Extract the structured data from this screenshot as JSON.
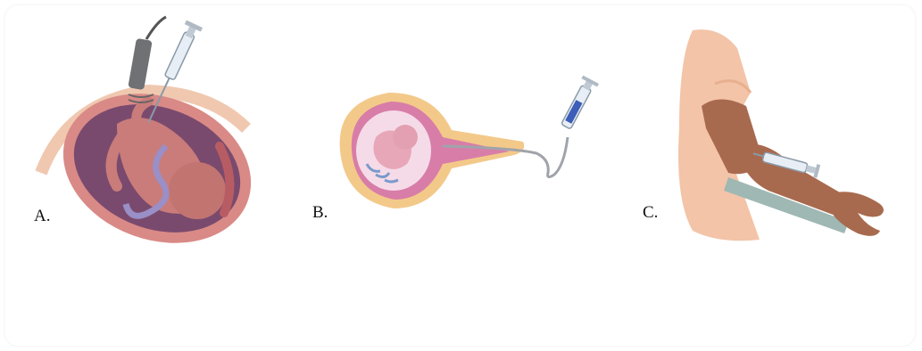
{
  "figures": [
    {
      "label": "A.",
      "subject": "amniocentesis-transabdominal-ultrasound-guided"
    },
    {
      "label": "B.",
      "subject": "chorionic-villus-sampling-transcervical"
    },
    {
      "label": "C.",
      "subject": "maternal-blood-draw-from-arm"
    }
  ],
  "colors": {
    "uterus_wall": "#d98a86",
    "fetus_skin": "#c97c7a",
    "cord": "#9a8fc7",
    "amniotic_fluid": "#7a4a6e",
    "probe": "#6f7175",
    "syringe_plunger": "#3c5db8",
    "arm_skin": "#a86a4e",
    "torso_skin": "#f3c4a8"
  }
}
